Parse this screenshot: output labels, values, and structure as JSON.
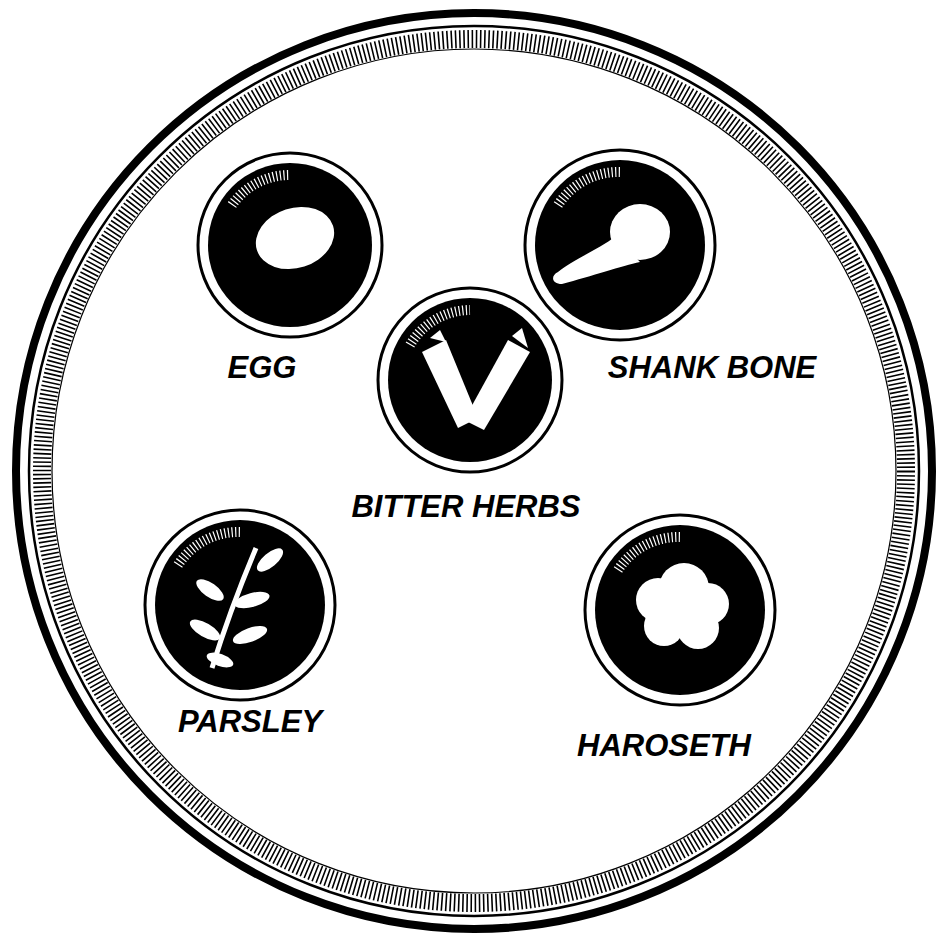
{
  "diagram": {
    "nodes": [
      {
        "text": [
          "EGG"
        ]
      },
      {
        "text": [
          "SHANK BONE"
        ]
      },
      {
        "text": [
          "BITTER HERBS"
        ]
      },
      {
        "text": [
          "PARSLEY"
        ]
      },
      {
        "text": [
          "HAROSETH"
        ]
      }
    ]
  }
}
